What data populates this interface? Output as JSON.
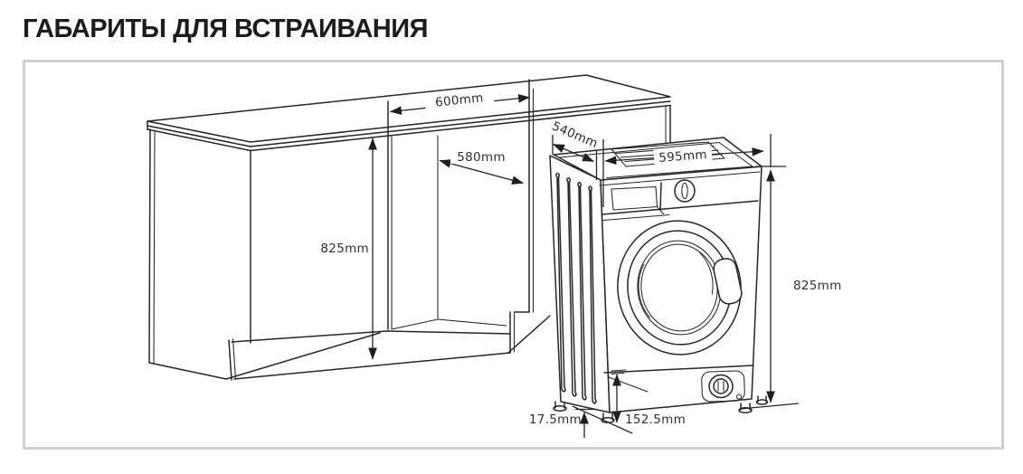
{
  "page": {
    "title": "ГАБАРИТЫ ДЛЯ ВСТРАИВАНИЯ",
    "background_color": "#ffffff",
    "title_color": "#1c1c1c"
  },
  "frame": {
    "border_color": "#c9c9c9",
    "fill_color": "#ffffff"
  },
  "diagram": {
    "type": "technical-installation-drawing",
    "line_color": "#262626",
    "label_color": "#2f2f2f",
    "labels": {
      "niche_width": "600mm",
      "niche_depth": "580mm",
      "niche_height": "825mm",
      "machine_depth": "540mm",
      "machine_width": "595mm",
      "machine_height": "825mm",
      "feet_height": "17.5mm",
      "plinth_height": "152.5mm"
    }
  }
}
